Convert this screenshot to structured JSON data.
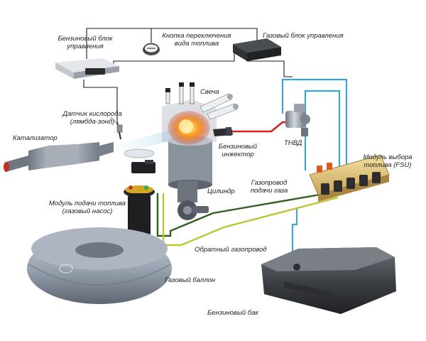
{
  "labels": {
    "petrol_ecu_1": "Бензиновый блок",
    "petrol_ecu_2": "управления",
    "switch_1": "Кнопка переключения",
    "switch_2": "вида топлива",
    "gas_ecu": "Газовый блок управления",
    "spark_plug": "Свеча",
    "o2_1": "Датчик кислорода",
    "o2_2": "(лямбда-зонд)",
    "catalyst": "Катализатор",
    "injector_1": "Бензиновый",
    "injector_2": "инжектор",
    "hpfp": "ТНВД",
    "fsu_1": "Модуль выбора",
    "fsu_2": "топлива (FSU)",
    "gas_line_1": "Газопровод",
    "gas_line_2": "подачи газа",
    "cylinder": "Цилиндр",
    "fuel_module_1": "Модуль подачи топлива",
    "fuel_module_2": "(газовый насос)",
    "return_line": "Обратный газопровод",
    "gas_tank": "Газовый баллон",
    "petrol_tank": "Бензиновый бак"
  },
  "colors": {
    "wire": "#1a1a1a",
    "gas_supply_line": "#2e5f1e",
    "gas_return_line": "#b8c832",
    "petrol_line": "#3aa6d8",
    "high_pressure_line": "#d42020",
    "exhaust": "#bfe0ee"
  }
}
